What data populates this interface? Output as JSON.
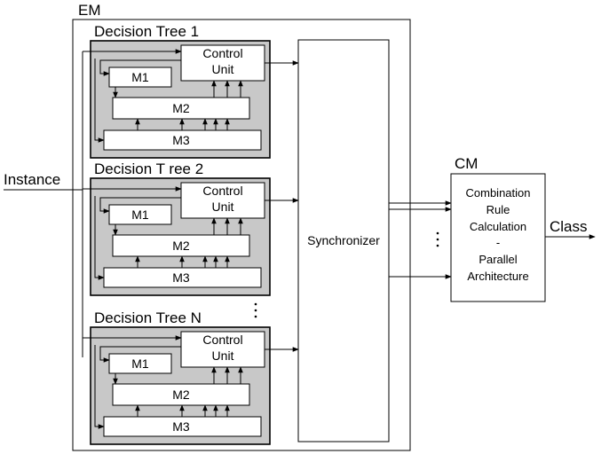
{
  "em": {
    "label": "EM"
  },
  "cm": {
    "label": "CM",
    "lines": [
      "Combination",
      "Rule",
      "Calculation",
      "-",
      "Parallel",
      "Architecture"
    ]
  },
  "input_label": "Instance",
  "output_label": "Class",
  "synchronizer": "Synchronizer",
  "trees": [
    {
      "title": "Decision Tree 1",
      "control": [
        "Control",
        "Unit"
      ],
      "m1": "M1",
      "m2": "M2",
      "m3": "M3"
    },
    {
      "title": "Decision T ree 2",
      "control": [
        "Control",
        "Unit"
      ],
      "m1": "M1",
      "m2": "M2",
      "m3": "M3"
    },
    {
      "title": "Decision Tree N",
      "control": [
        "Control",
        "Unit"
      ],
      "m1": "M1",
      "m2": "M2",
      "m3": "M3"
    }
  ]
}
